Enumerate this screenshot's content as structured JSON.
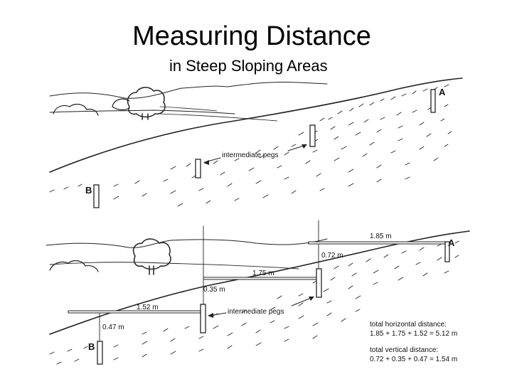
{
  "title": "Measuring Distance",
  "subtitle": "in Steep Sloping Areas",
  "top_panel": {
    "peg_a": "A",
    "peg_b": "B",
    "intermediate": "intermediate pegs"
  },
  "bottom_panel": {
    "peg_a": "A",
    "peg_b": "B",
    "intermediate": "intermediate pegs",
    "h1": "1.85 m",
    "h2": "1.75 m",
    "h3": "1.52 m",
    "v1": "0.72 m",
    "v2": "0.35 m",
    "v3": "0.47 m",
    "total_h_label": "total horizontal distance:",
    "total_h_formula": "1.85 + 1.75 + 1.52 = 5.12 m",
    "total_v_label": "total vertical distance:",
    "total_v_formula": "0.72 + 0.35 + 0.47 = 1.54 m"
  }
}
